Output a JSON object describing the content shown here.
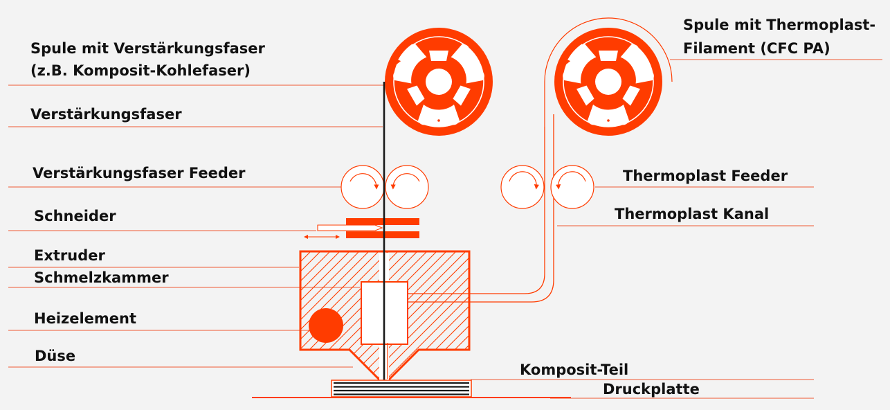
{
  "colors": {
    "accent": "#ff3c00",
    "leader": "#f0785a",
    "fiber": "#1a1a1a",
    "background": "#f3f3f3",
    "text": "#111111"
  },
  "labels": {
    "fiber_spool_line1": "Spule mit Verstärkungsfaser",
    "fiber_spool_line2": "(z.B. Komposit-Kohlefaser)",
    "fiber": "Verstärkungsfaser",
    "fiber_feeder": "Verstärkungsfaser Feeder",
    "cutter": "Schneider",
    "extruder": "Extruder",
    "melt_chamber": "Schmelzkammer",
    "heater": "Heizelement",
    "nozzle": "Düse",
    "thermo_spool_line1": "Spule mit Thermoplast-",
    "thermo_spool_line2": "Filament (CFC PA)",
    "thermo_feeder": "Thermoplast Feeder",
    "thermo_channel": "Thermoplast Kanal",
    "composite_part": "Komposit-Teil",
    "print_bed": "Druckplatte"
  }
}
